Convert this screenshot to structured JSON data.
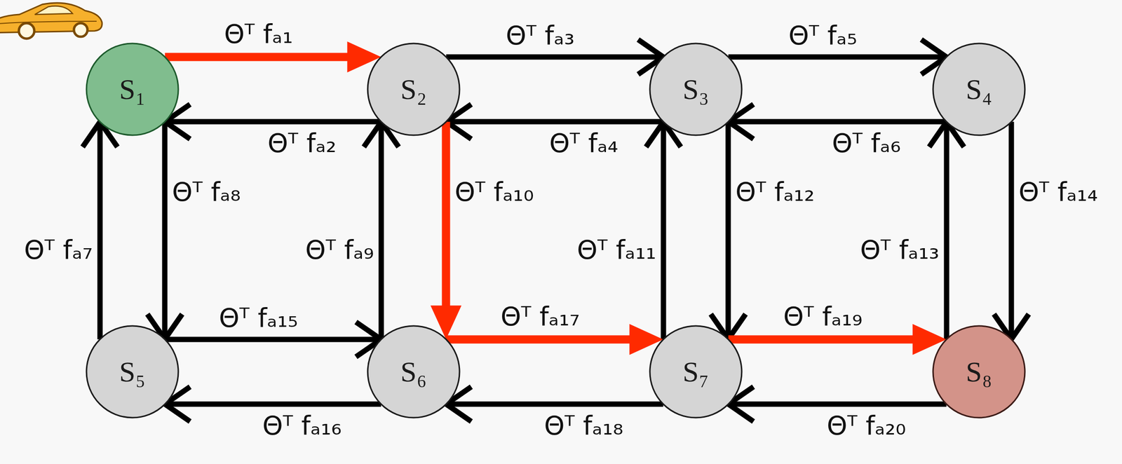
{
  "diagram": {
    "nodes": [
      {
        "text": [
          "S₁"
        ]
      },
      {
        "text": [
          "S₂"
        ]
      },
      {
        "text": [
          "S₃"
        ]
      },
      {
        "text": [
          "S₄"
        ]
      },
      {
        "text": [
          "S₅"
        ]
      },
      {
        "text": [
          "S₆"
        ]
      },
      {
        "text": [
          "S₇"
        ]
      },
      {
        "text": [
          "S₈"
        ]
      }
    ],
    "edges": [
      {
        "from": 0,
        "to": 1,
        "arrow": "to",
        "label": "Θᵀ fₐ₁"
      },
      {
        "from": 1,
        "to": 0,
        "arrow": "to",
        "label": "Θᵀ fₐ₂"
      },
      {
        "from": 1,
        "to": 2,
        "arrow": "to",
        "label": "Θᵀ fₐ₃"
      },
      {
        "from": 2,
        "to": 1,
        "arrow": "to",
        "label": "Θᵀ fₐ₄"
      },
      {
        "from": 2,
        "to": 3,
        "arrow": "to",
        "label": "Θᵀ fₐ₅"
      },
      {
        "from": 3,
        "to": 2,
        "arrow": "to",
        "label": "Θᵀ fₐ₆"
      },
      {
        "from": 4,
        "to": 0,
        "arrow": "to",
        "label": "Θᵀ fₐ₇"
      },
      {
        "from": 0,
        "to": 4,
        "arrow": "to",
        "label": "Θᵀ fₐ₈"
      },
      {
        "from": 5,
        "to": 1,
        "arrow": "to",
        "label": "Θᵀ fₐ₉"
      },
      {
        "from": 1,
        "to": 5,
        "arrow": "to",
        "label": "Θᵀ fₐ₁₀"
      },
      {
        "from": 6,
        "to": 2,
        "arrow": "to",
        "label": "Θᵀ fₐ₁₁"
      },
      {
        "from": 2,
        "to": 6,
        "arrow": "to",
        "label": "Θᵀ fₐ₁₂"
      },
      {
        "from": 7,
        "to": 3,
        "arrow": "to",
        "label": "Θᵀ fₐ₁₃"
      },
      {
        "from": 3,
        "to": 7,
        "arrow": "to",
        "label": "Θᵀ fₐ₁₄"
      },
      {
        "from": 4,
        "to": 5,
        "arrow": "to",
        "label": "Θᵀ fₐ₁₅"
      },
      {
        "from": 5,
        "to": 4,
        "arrow": "to",
        "label": "Θᵀ fₐ₁₆"
      },
      {
        "from": 5,
        "to": 6,
        "arrow": "to",
        "label": "Θᵀ fₐ₁₇"
      },
      {
        "from": 6,
        "to": 5,
        "arrow": "to",
        "label": "Θᵀ fₐ₁₈"
      },
      {
        "from": 6,
        "to": 7,
        "arrow": "to",
        "label": "Θᵀ fₐ₁₉"
      },
      {
        "from": 7,
        "to": 6,
        "arrow": "to",
        "label": "Θᵀ fₐ₂₀"
      }
    ]
  }
}
